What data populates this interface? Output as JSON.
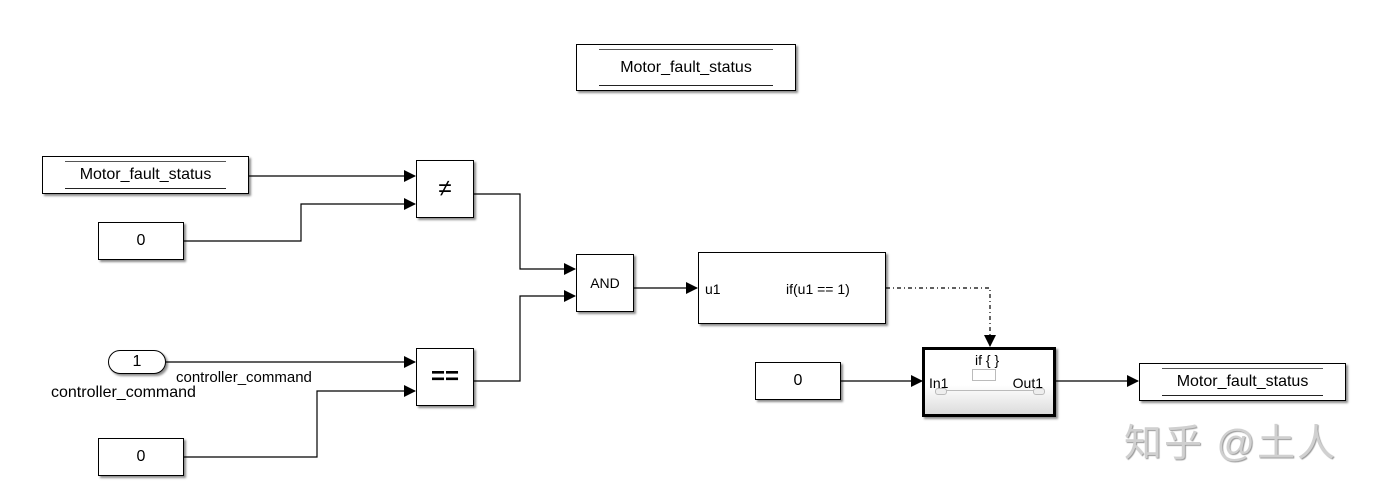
{
  "diagram": {
    "top_store": {
      "label": "Motor_fault_status"
    },
    "read_store": {
      "label": "Motor_fault_status"
    },
    "const_a": {
      "value": "0"
    },
    "neq_op": {
      "symbol": "≠"
    },
    "inport": {
      "number": "1",
      "name": "controller_command"
    },
    "signal_label": "controller_command",
    "const_b": {
      "value": "0"
    },
    "eq_op": {
      "symbol": "=="
    },
    "and_op": {
      "label": "AND"
    },
    "if_block": {
      "port": "u1",
      "condition": "if(u1 == 1)"
    },
    "const_c": {
      "value": "0"
    },
    "action_subsystem": {
      "title": "if { }",
      "in_port": "In1",
      "out_port": "Out1"
    },
    "write_store": {
      "label": "Motor_fault_status"
    }
  },
  "watermark": "知乎 @土人"
}
